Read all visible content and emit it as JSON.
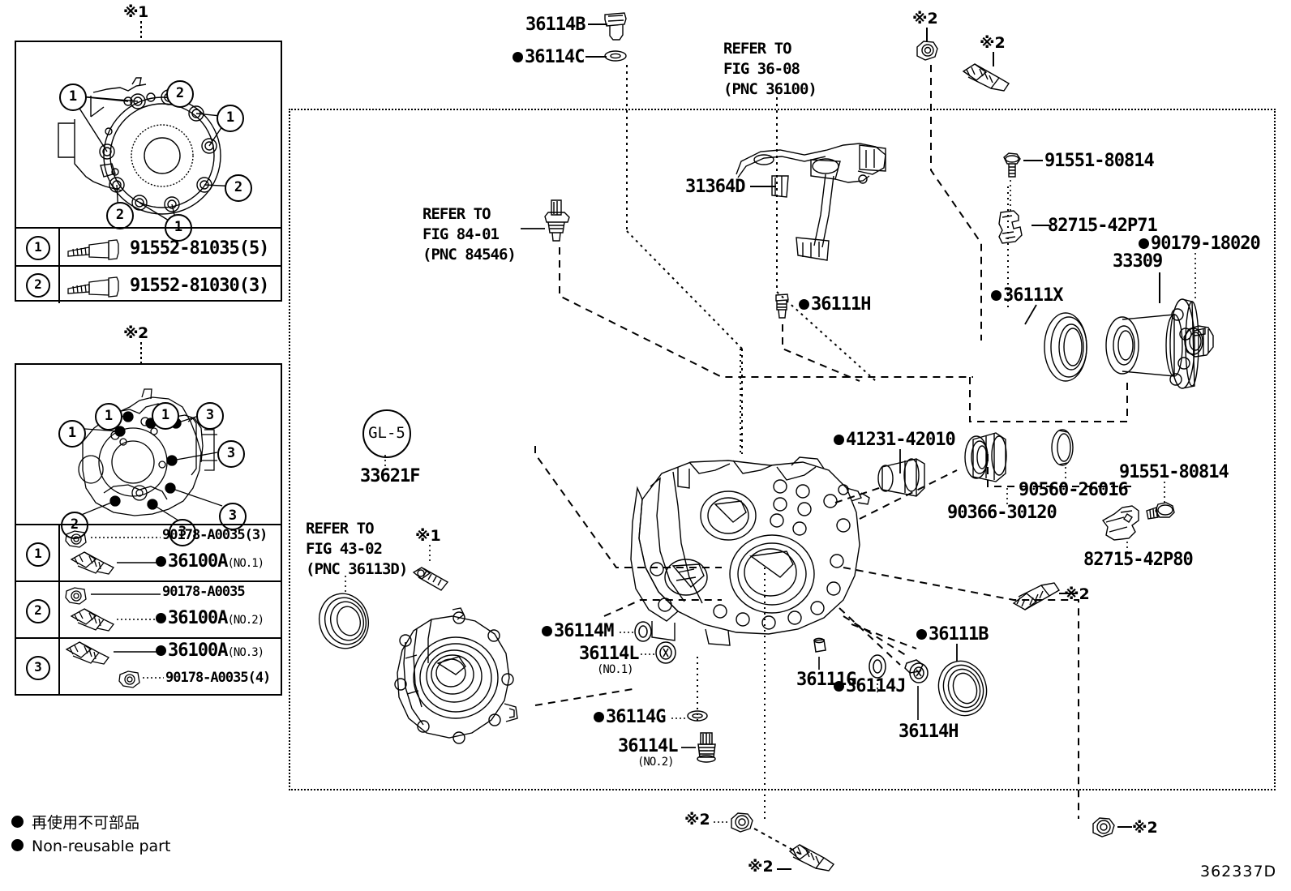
{
  "figure": {
    "id": "362337D",
    "legend_jp": "再使用不可部品",
    "legend_en": "Non-reusable part"
  },
  "detail_box_1": {
    "marker": "※1",
    "callouts": [
      "1",
      "2",
      "1",
      "2",
      "2",
      "1"
    ],
    "rows": [
      {
        "num": "1",
        "part": "91552-81035(5)"
      },
      {
        "num": "2",
        "part": "91552-81030(3)"
      }
    ]
  },
  "detail_box_2": {
    "marker": "※2",
    "callouts": [
      "1",
      "1",
      "1",
      "3",
      "3",
      "2",
      "3",
      "3"
    ],
    "rows": [
      {
        "num": "1",
        "parts": [
          "90178-A0035(3)",
          "36100A"
        ],
        "sub": "(NO.1)",
        "dot_index": 1
      },
      {
        "num": "2",
        "parts": [
          "90178-A0035",
          "36100A"
        ],
        "sub": "(NO.2)",
        "dot_index": 1
      },
      {
        "num": "3",
        "parts": [
          "36100A",
          "90178-A0035(4)"
        ],
        "sub": "(NO.3)",
        "dot_index": 0
      }
    ]
  },
  "labels": {
    "p36114B": "36114B",
    "p36114C": "36114C",
    "refer_36_08": "REFER TO\nFIG 36-08\n(PNC 36100)",
    "refer_36_08_l1": "REFER TO",
    "refer_36_08_l2": "FIG 36-08",
    "refer_36_08_l3": "(PNC 36100)",
    "refer_84_01_l1": "REFER TO",
    "refer_84_01_l2": "FIG 84-01",
    "refer_84_01_l3": "(PNC 84546)",
    "refer_43_02_l1": "REFER TO",
    "refer_43_02_l2": "FIG 43-02",
    "refer_43_02_l3": "(PNC 36113D)",
    "p31364D": "31364D",
    "p91551_80814_top": "91551-80814",
    "p82715_42P71": "82715-42P71",
    "p90179_18020": "90179-18020",
    "p33309": "33309",
    "p36111H": "36111H",
    "p36111X": "36111X",
    "p41231_42010": "41231-42010",
    "p90366_30120": "90366-30120",
    "p90560_26016": "90560-26016",
    "p91551_80814_bot": "91551-80814",
    "p82715_42P80": "82715-42P80",
    "gl5": "GL-5",
    "p33621F": "33621F",
    "p36114M": "36114M",
    "p36114L_no1": "36114L",
    "p36114L_no1_sub": "(NO.1)",
    "p36114G": "36114G",
    "p36114L_no2": "36114L",
    "p36114L_no2_sub": "(NO.2)",
    "p36111G": "36111G",
    "p36114J": "36114J",
    "p36114H": "36114H",
    "p36111B": "36111B",
    "kome1": "※1",
    "kome2": "※2"
  },
  "kome_markers": [
    {
      "id": "kome-top-left-box",
      "text": "※1"
    },
    {
      "id": "kome-left-box2",
      "text": "※2"
    },
    {
      "id": "kome-tr-nut",
      "text": "※2"
    },
    {
      "id": "kome-tr-bolt",
      "text": "※2"
    },
    {
      "id": "kome-mid-bolt",
      "text": "※1"
    },
    {
      "id": "kome-right-bolt",
      "text": "※2"
    },
    {
      "id": "kome-bot-nut",
      "text": "※2"
    },
    {
      "id": "kome-bot-bolt",
      "text": "※2"
    },
    {
      "id": "kome-bot-right",
      "text": "※2"
    }
  ]
}
